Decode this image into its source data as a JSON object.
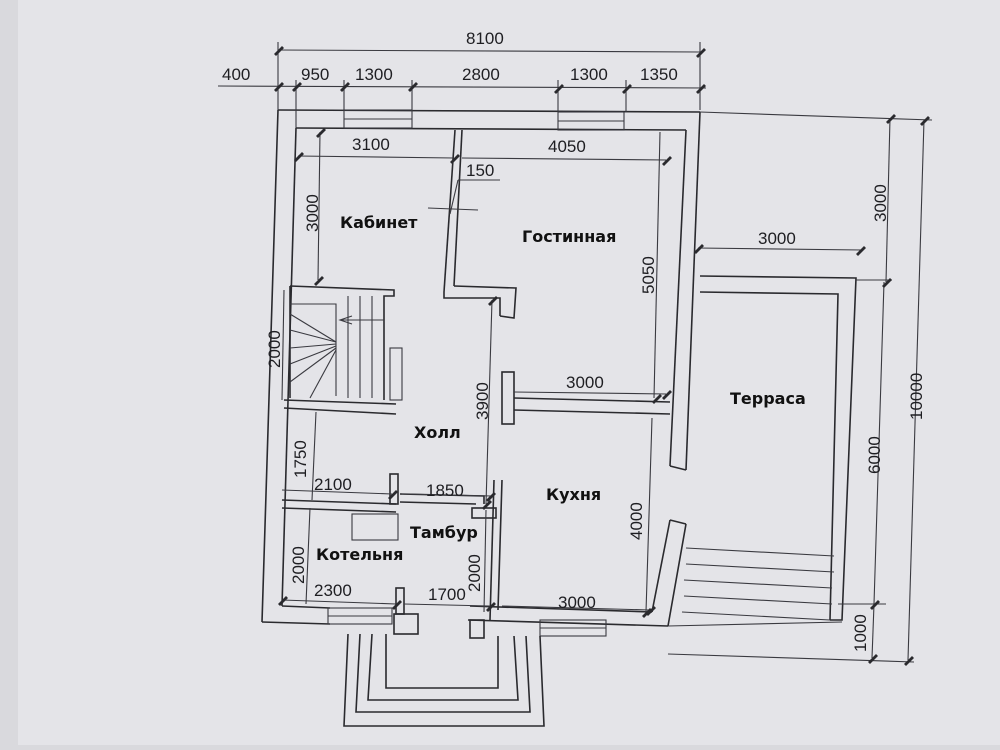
{
  "rooms": {
    "kabinet": "Кабинет",
    "gostinnaya": "Гостинная",
    "terrasa": "Терраса",
    "holl": "Холл",
    "kuhnya": "Кухня",
    "tambur": "Тамбур",
    "kotelnya": "Котельня"
  },
  "dims": {
    "total_width": "8100",
    "seg_400": "400",
    "seg_950": "950",
    "seg_1300a": "1300",
    "seg_2800": "2800",
    "seg_1300b": "1300",
    "seg_1350": "1350",
    "kab_width": "3100",
    "gost_width": "4050",
    "wall_150": "150",
    "kab_height": "3000",
    "gost_height": "5050",
    "terr_top_width": "3000",
    "right_3000": "3000",
    "right_10000": "10000",
    "right_6000": "6000",
    "right_1000": "1000",
    "stair_2000": "2000",
    "holl_3900": "3900",
    "mid_3000": "3000",
    "left_1750": "1750",
    "seg_2100": "2100",
    "seg_1850": "1850",
    "kuh_4000": "4000",
    "kot_2000": "2000",
    "tam_2000": "2000",
    "seg_2300": "2300",
    "seg_1700": "1700",
    "bottom_3000": "3000"
  }
}
